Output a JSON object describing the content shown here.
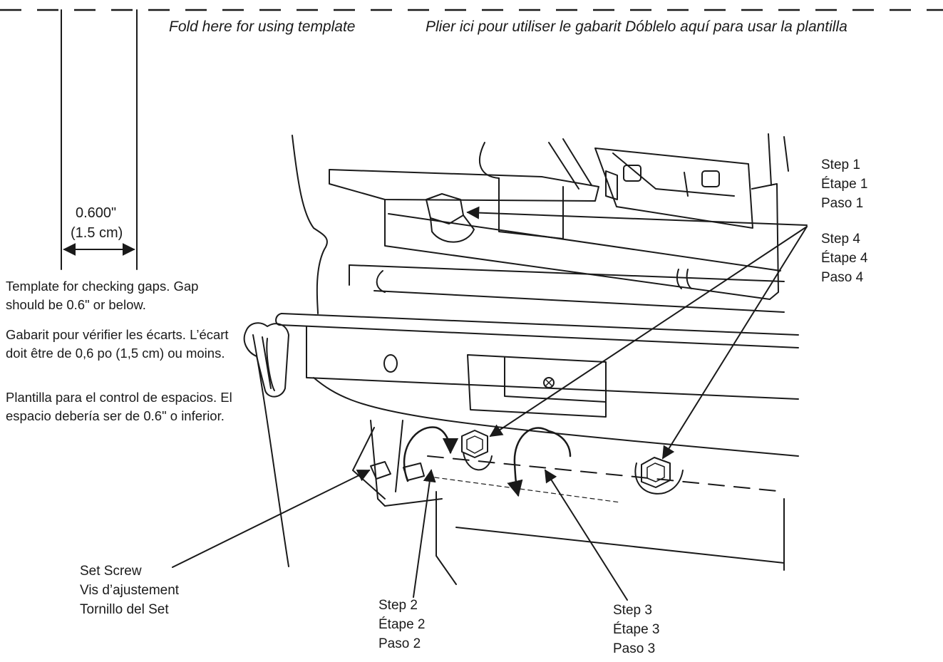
{
  "fold": {
    "en": "Fold here for using template",
    "fr_es": "Plier ici pour utiliser le gabarit Dóblelo aquí para usar la plantilla"
  },
  "measure": {
    "inches": "0.600\"",
    "cm": "(1.5 cm)"
  },
  "instructions": {
    "en": "Template for checking gaps. Gap should be 0.6\" or below.",
    "fr": "Gabarit pour vérifier les écarts. L’écart doit être de 0,6 po (1,5 cm) ou moins.",
    "es": "Plantilla para el control de espacios. El espacio debería ser de 0.6\" o inferior."
  },
  "callouts": {
    "step1": {
      "en": "Step 1",
      "fr": "Étape 1",
      "es": "Paso 1"
    },
    "step4": {
      "en": "Step 4",
      "fr": "Étape 4",
      "es": "Paso 4"
    },
    "step2": {
      "en": "Step 2",
      "fr": "Étape 2",
      "es": "Paso 2"
    },
    "step3": {
      "en": "Step 3",
      "fr": "Étape 3",
      "es": "Paso 3"
    },
    "set_screw": {
      "en": "Set Screw",
      "fr": "Vis d’ajustement",
      "es": "Tornillo del Set"
    }
  },
  "colors": {
    "line": "#1a1a1a",
    "background": "#ffffff"
  }
}
